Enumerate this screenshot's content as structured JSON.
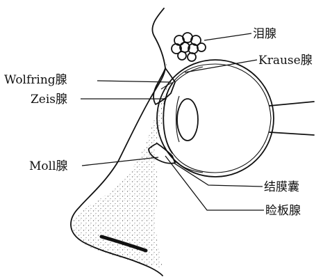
{
  "labels": {
    "lacrimal_gland": "泪腺",
    "krause_gland": "Krause腺",
    "wolfring_gland": "Wolfring腺",
    "zeis_gland": "Zeis腺",
    "moll_gland": "Moll腺",
    "conjunctival_sac": "结膜囊",
    "tarsal_gland": "睑板腺"
  },
  "colors": {
    "ink": "#111111",
    "paper": "#ffffff"
  }
}
